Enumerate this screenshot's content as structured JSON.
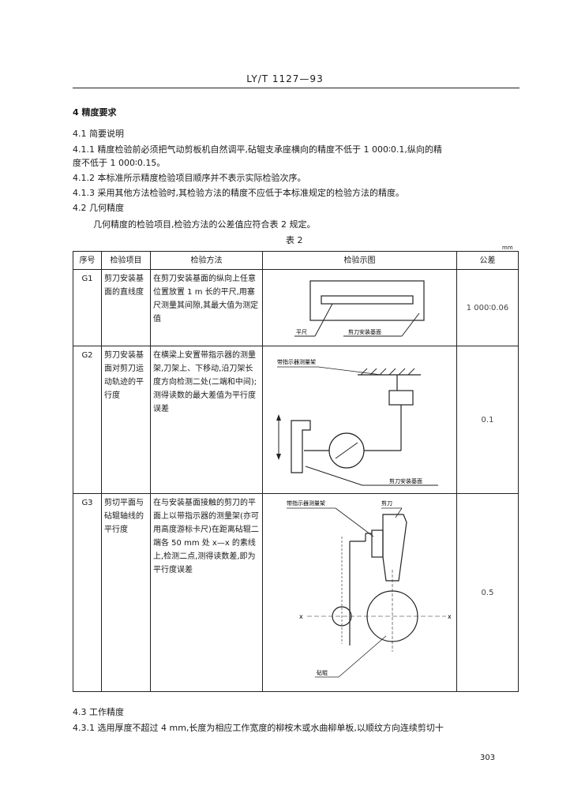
{
  "header": {
    "standard": "LY/T 1127—93"
  },
  "section4": {
    "title": "4 精度要求",
    "s41": "4.1 简要说明",
    "s411_line1": "4.1.1 精度检验前必须把气动剪板机自然调平,砧辊支承座横向的精度不低于 1 000∶0.1,纵向的精",
    "s411_line2": "度不低于 1 000∶0.15。",
    "s412": "4.1.2 本标准所示精度检验项目顺序并不表示实际检验次序。",
    "s413": "4.1.3 采用其他方法检验时,其检验方法的精度不应低于本标准规定的检验方法的精度。",
    "s42": "4.2 几何精度",
    "s42_text": "几何精度的检验项目,检验方法的公差值应符合表 2 规定。"
  },
  "table": {
    "caption": "表 2",
    "unit": "mm",
    "headers": [
      "序号",
      "检验项目",
      "检验方法",
      "检验示图",
      "公差"
    ],
    "rows": [
      {
        "seq": "G1",
        "item": "剪刀安装基面的直线度",
        "method": "在剪刀安装基面的纵向上任意位置放置 1 m 长的平尺,用塞尺测量其间隙,其最大值为测定值",
        "diagram_labels": [
          "平尺",
          "剪刀安装基面"
        ],
        "tolerance": "1 000∶0.06"
      },
      {
        "seq": "G2",
        "item": "剪刀安装基面对剪刀运动轨迹的平行度",
        "method": "在横梁上安置带指示器的测量架,刀架上、下移动,沿刀架长度方向检测二处(二端和中间);测得读数的最大差值为平行度误差",
        "diagram_labels": [
          "带指示器测量架",
          "剪刀安装基面"
        ],
        "tolerance": "0.1"
      },
      {
        "seq": "G3",
        "item": "剪切平面与砧辊轴线的平行度",
        "method": "在与安装基面接触的剪刀的平面上以带指示器的测量架(亦可用高度游标卡尺)在距离砧辊二端各 50 mm 处 x—x 的素线上,检测二点,测得读数差,即为平行度误差",
        "diagram_labels": [
          "带指示器测量架",
          "剪刀",
          "x",
          "x",
          "砧辊"
        ],
        "tolerance": "0.5"
      }
    ]
  },
  "section43": {
    "s43": "4.3 工作精度",
    "s431": "4.3.1 选用厚度不超过 4 mm,长度为相应工作宽度的柳桉木或水曲柳单板,以顺纹方向连续剪切十"
  },
  "page_number": "303"
}
